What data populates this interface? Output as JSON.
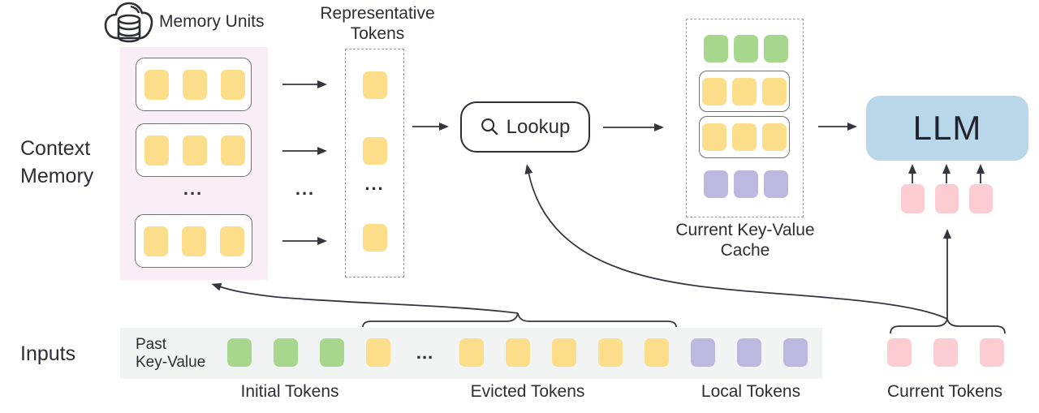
{
  "diagram": {
    "ellipsis": "...",
    "colors": {
      "yellow": "#fbdd8a",
      "green": "#a6d78c",
      "purple": "#bdb8e0",
      "pink": "#fbccd2",
      "llm_blue": "#b8d8ea",
      "memory_bg": "#f9eef5",
      "strip_bg": "#f2f4f3",
      "line": "#35353d",
      "text": "#2d2d35"
    },
    "context_memory": {
      "label_line1": "Context",
      "label_line2": "Memory",
      "memory_units_label": "Memory Units",
      "units": {
        "unit1": [
          "yellow",
          "yellow",
          "yellow"
        ],
        "unit2": [
          "yellow",
          "yellow",
          "yellow"
        ],
        "unit3": [
          "yellow",
          "yellow",
          "yellow"
        ]
      }
    },
    "representative": {
      "label_line1": "Representative",
      "label_line2": "Tokens",
      "items": [
        "yellow",
        "yellow",
        "ellipsis",
        "yellow"
      ]
    },
    "lookup": {
      "label": "Lookup"
    },
    "cache": {
      "label_line1": "Current Key-Value",
      "label_line2": "Cache",
      "rows": {
        "initial": [
          "green",
          "green",
          "green"
        ],
        "unit1": [
          "yellow",
          "yellow",
          "yellow"
        ],
        "unit2": [
          "yellow",
          "yellow",
          "yellow"
        ],
        "local": [
          "purple",
          "purple",
          "purple"
        ]
      }
    },
    "llm": {
      "label": "LLM",
      "input_tokens": [
        "pink",
        "pink",
        "pink"
      ]
    },
    "inputs": {
      "label": "Inputs",
      "past_kv_line1": "Past",
      "past_kv_line2": "Key-Value",
      "strip_tokens": [
        "green",
        "green",
        "green",
        "yellow",
        "ellipsis",
        "yellow",
        "yellow",
        "yellow",
        "yellow",
        "yellow",
        "purple",
        "purple",
        "purple"
      ],
      "current_tokens": [
        "pink",
        "pink",
        "pink"
      ],
      "group_labels": {
        "initial": "Initial Tokens",
        "evicted": "Evicted Tokens",
        "local": "Local Tokens",
        "current": "Current Tokens"
      }
    }
  }
}
